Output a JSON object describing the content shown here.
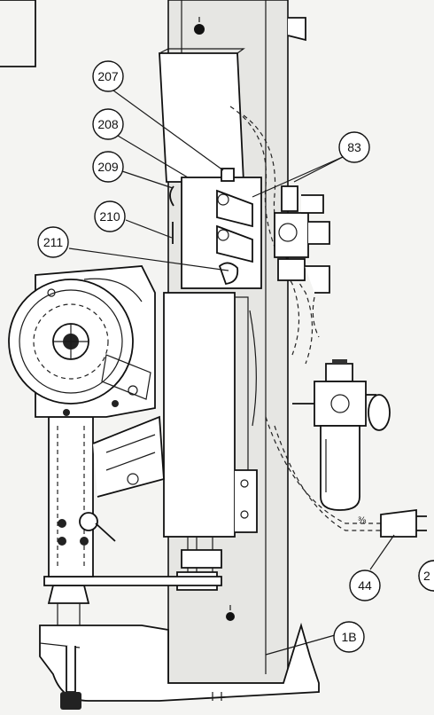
{
  "callouts": [
    {
      "id": "c207",
      "label": "207"
    },
    {
      "id": "c208",
      "label": "208"
    },
    {
      "id": "c209",
      "label": "209"
    },
    {
      "id": "c210",
      "label": "210"
    },
    {
      "id": "c211",
      "label": "211"
    },
    {
      "id": "c83",
      "label": "83"
    },
    {
      "id": "c44",
      "label": "44"
    },
    {
      "id": "c1b",
      "label": "1B"
    },
    {
      "id": "c2x",
      "label": "2"
    }
  ],
  "hose_mark": "⅜"
}
